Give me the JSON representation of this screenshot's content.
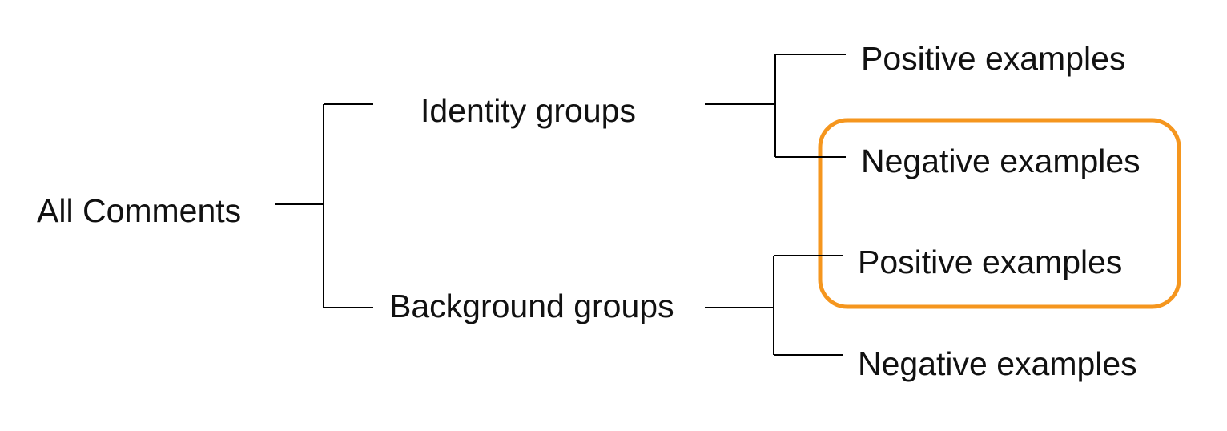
{
  "root": {
    "label": "All Comments"
  },
  "groups": [
    {
      "label": "Identity groups",
      "children": [
        {
          "label": "Positive examples"
        },
        {
          "label": "Negative examples"
        }
      ]
    },
    {
      "label": "Background groups",
      "children": [
        {
          "label": "Positive examples"
        },
        {
          "label": "Negative examples"
        }
      ]
    }
  ],
  "highlight": {
    "color": "#F5961E",
    "covers": [
      "Identity groups / Negative examples",
      "Background groups / Positive examples"
    ]
  }
}
